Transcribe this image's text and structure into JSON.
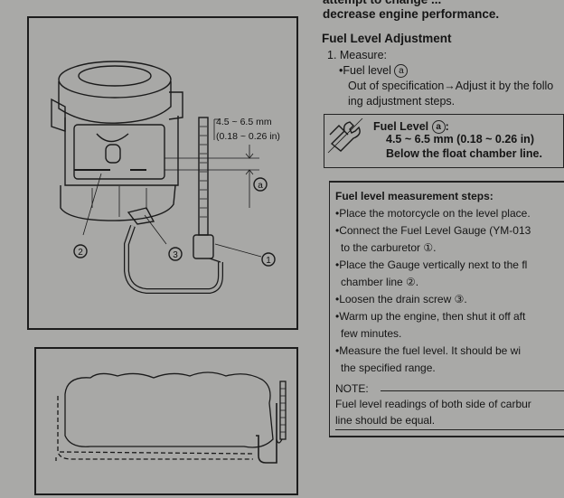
{
  "header_fragment": {
    "line1": "attempt to change ...",
    "line2": "decrease engine performance."
  },
  "section": {
    "title": "Fuel Level Adjustment",
    "step1": "1. Measure:",
    "bullet": "•Fuel level",
    "bullet_ref": "a",
    "instruction_l1": "Out of specification→Adjust it by the follo",
    "instruction_l2": "ing adjustment steps."
  },
  "spec": {
    "label": "Fuel Level",
    "label_ref": "a",
    "label_colon": ":",
    "value": "4.5 ~ 6.5 mm (0.18 ~ 0.26 in)",
    "note": "Below the float chamber line."
  },
  "steps": {
    "title": "Fuel level measurement steps:",
    "items": [
      "•Place the motorcycle on the level place.",
      "•Connect the Fuel Level Gauge (YM-013",
      "to the carburetor ①.",
      "•Place the Gauge vertically next to the fl",
      "chamber line ②.",
      "•Loosen the drain screw ③.",
      "•Warm up the engine, then shut it off aft",
      "few minutes.",
      "•Measure the fuel level. It should be wi",
      "the specified range."
    ],
    "note_label": "NOTE:",
    "note_l1": "Fuel level readings of both side of carbur",
    "note_l2": "line should be equal."
  },
  "figure1": {
    "dim_mm": "4.5 ~ 6.5 mm",
    "dim_in": "(0.18 ~ 0.26 in)",
    "callout_a": "a",
    "callout_1": "1",
    "callout_2": "2",
    "callout_3": "3"
  },
  "colors": {
    "background": "#a9a9a7",
    "ink": "#151515"
  }
}
